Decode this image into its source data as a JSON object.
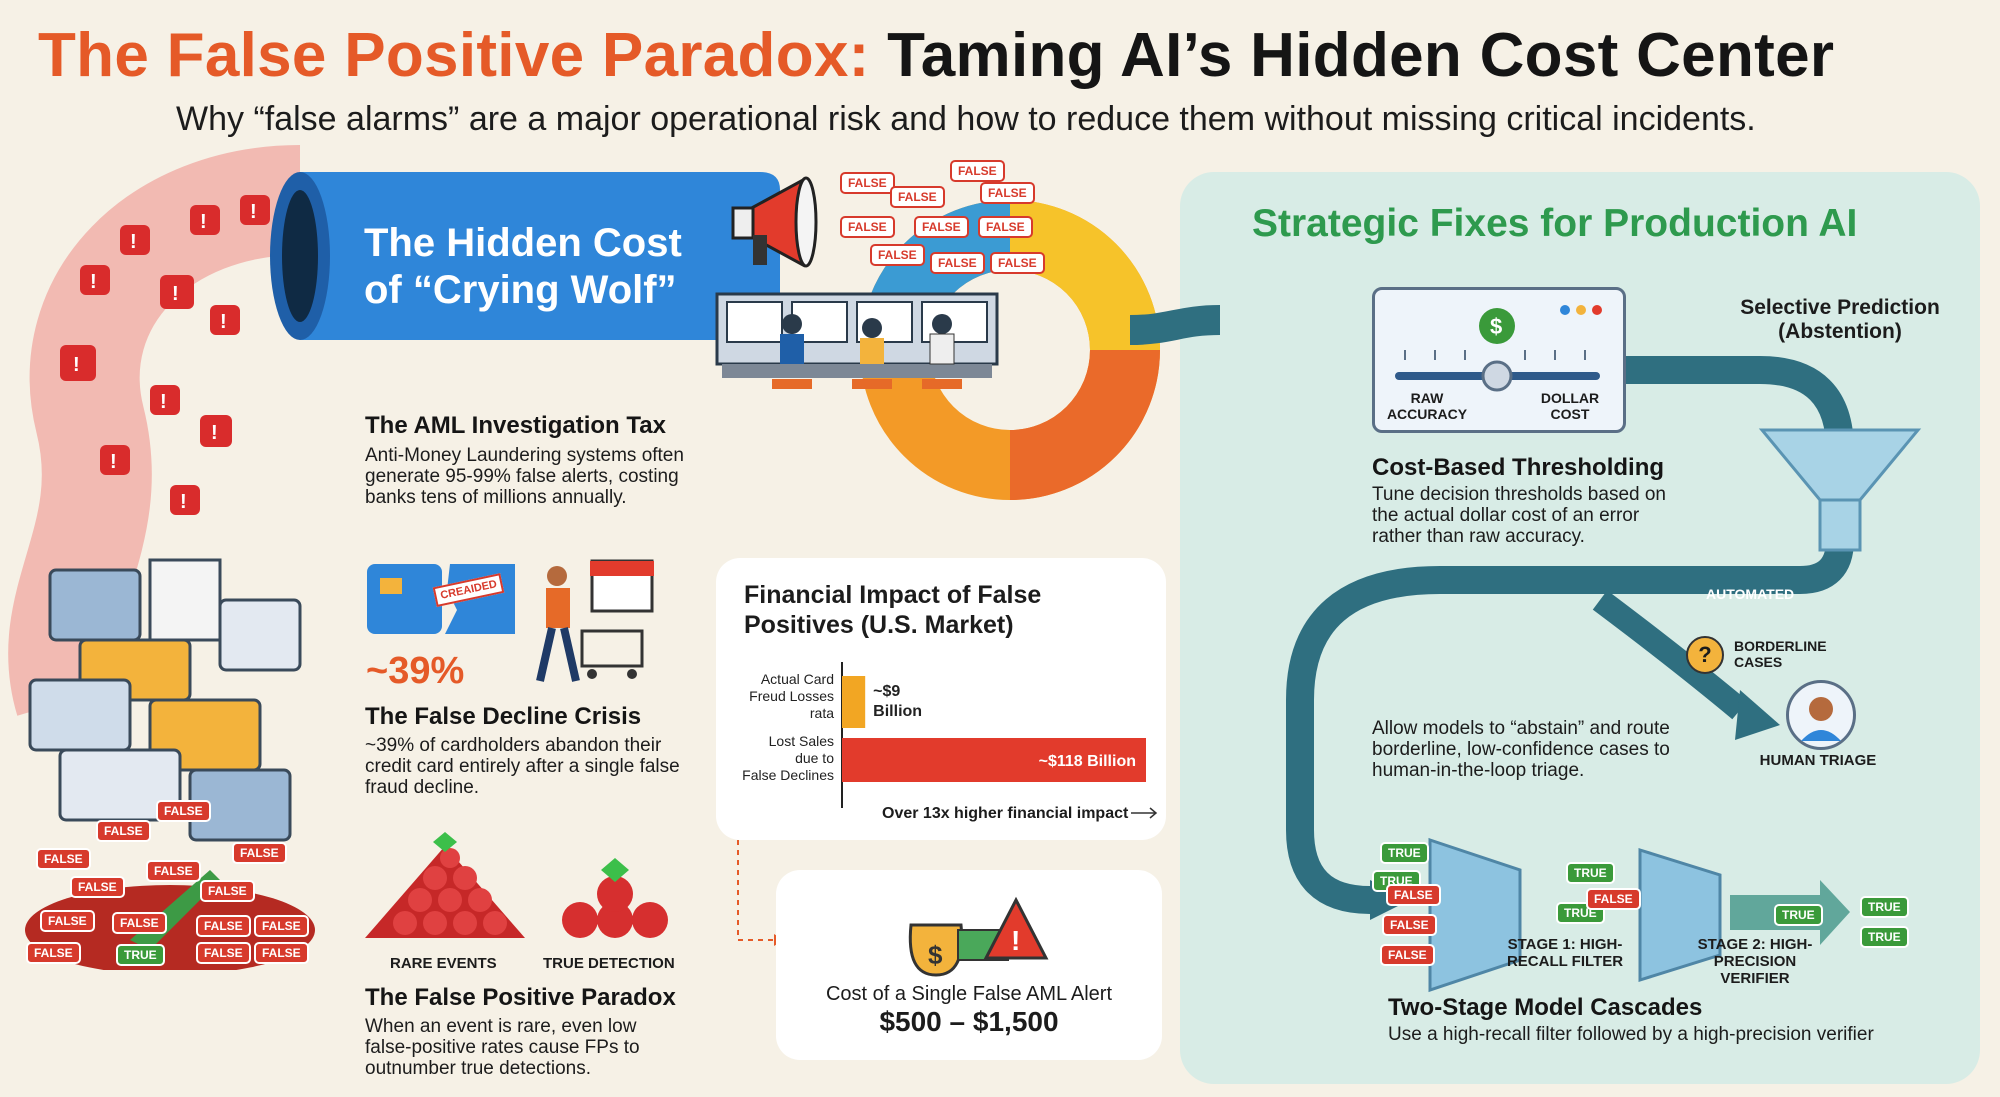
{
  "title": {
    "part1": "The False Positive Paradox:",
    "part2": "Taming AI’s Hidden Cost Center"
  },
  "subtitle": "Why “false alarms” are a major operational risk and how to reduce them without missing critical incidents.",
  "hidden_cost": {
    "banner_line1": "The Hidden Cost",
    "banner_line2": "of “Crying Wolf”",
    "alarm_label": "FALSE"
  },
  "aml": {
    "heading": "The AML Investigation Tax",
    "body": "Anti-Money Laundering systems often generate 95-99% false alerts, costing banks tens of millions annually."
  },
  "decline": {
    "card_stamp": "CREAIDED",
    "stat": "~39%",
    "heading": "The False Decline Crisis",
    "body": "~39% of cardholders abandon their credit card entirely after a single false fraud decline."
  },
  "paradox": {
    "label_rare": "RARE EVENTS",
    "label_true": "TRUE DETECTION",
    "heading": "The False Positive Paradox",
    "body": "When an event is rare, even low false-positive rates cause FPs to outnumber true detections."
  },
  "pile": {
    "false_label": "FALSE",
    "true_label": "TRUE"
  },
  "chart_data": {
    "type": "bar",
    "title": "Financial Impact of False Positives (U.S. Market)",
    "categories": [
      "Actual Card Freud Losses rata",
      "Lost Sales due to False Declines"
    ],
    "values": [
      9,
      118
    ],
    "value_labels": [
      "~$9 Billion",
      "~$118 Billion"
    ],
    "colors": [
      "#f2a623",
      "#e23b2c"
    ],
    "footer": "Over 13x higher financial impact",
    "xlim": [
      0,
      118
    ]
  },
  "alert_cost": {
    "caption": "Cost of a Single False AML Alert",
    "value": "$500 – $1,500"
  },
  "fixes": {
    "heading": "Strategic Fixes for Production AI",
    "slider_left": "RAW ACCURACY",
    "slider_right": "DOLLAR COST",
    "threshold_heading": "Cost-Based Thresholding",
    "threshold_body": "Tune decision thresholds based on the actual dollar cost of an error rather than raw accuracy.",
    "selective_heading": "Selective Prediction (Abstention)",
    "automated": "AUTOMATED",
    "borderline": "BORDERLINE CASES",
    "abstain_body": "Allow models to “abstain” and route borderline, low-confidence cases to human-in-the-loop triage.",
    "human_triage": "HUMAN TRIAGE",
    "stage1": "STAGE 1: HIGH-RECALL FILTER",
    "stage2": "STAGE 2: HIGH-PRECISION VERIFIER",
    "cascade_heading": "Two-Stage Model Cascades",
    "cascade_body": "Use a high-recall filter followed by a high-precision verifier",
    "true_label": "TRUE",
    "false_label": "FALSE"
  },
  "colors": {
    "orange": "#e55a28",
    "banner_blue": "#2f86d9",
    "green": "#2e9a4e",
    "teal_pipe": "#2f6f80",
    "panel": "#d8ece6",
    "red": "#d73a2c"
  }
}
